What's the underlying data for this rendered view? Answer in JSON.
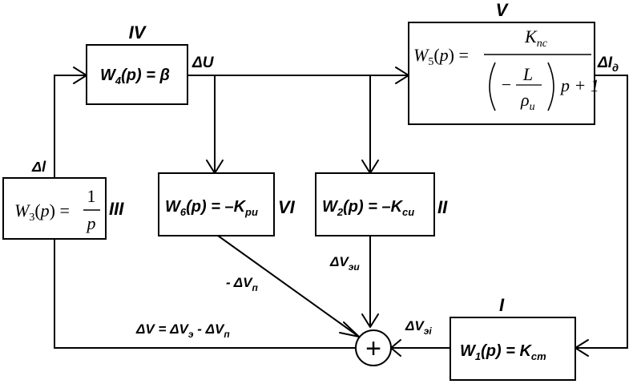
{
  "blocks": {
    "w1": {
      "roman": "I",
      "name": "W",
      "sub": "1",
      "arg": "(p) = ",
      "value": "K",
      "value_sub": "ст"
    },
    "w2": {
      "roman": "II",
      "name": "W",
      "sub": "2",
      "arg": "(p) = –",
      "value": "K",
      "value_sub": "си"
    },
    "w3": {
      "roman": "III",
      "name": "W",
      "sub": "3",
      "arg": "(",
      "arg_var": "p",
      "arg_close": ") =",
      "numerator": "1",
      "denominator": "p"
    },
    "w4": {
      "roman": "IV",
      "name": "W",
      "sub": "4",
      "arg": "(p) = β"
    },
    "w5": {
      "roman": "V",
      "name": "W",
      "sub": "5",
      "arg_open": "(",
      "arg_var": "p",
      "arg_close": ") =",
      "numerator": "K",
      "numerator_sub": "пс",
      "den_minus": "−",
      "den_L": "L",
      "den_rho": "ρ",
      "den_rho_sub": "u",
      "den_tail": "p + 1"
    },
    "w6": {
      "roman": "VI",
      "name": "W",
      "sub": "6",
      "arg": "(p) = –",
      "value": "K",
      "value_sub": "ри"
    }
  },
  "signals": {
    "dU": "ΔU",
    "dI_delta": "ΔI",
    "dI_delta_sub": "д",
    "dl": "Δl",
    "dV_n": "- ΔV",
    "dV_n_sub": "п",
    "dV_ei": "ΔV",
    "dV_ei_sub": "эi",
    "dV_ei2": "ΔV",
    "dV_ei2_sub": "эи",
    "feedback_eq_1": "ΔV = ΔV",
    "feedback_eq_1_sub": "э",
    "feedback_eq_2": " - ΔV",
    "feedback_eq_2_sub": "п"
  },
  "summer": {
    "symbol": "+"
  }
}
